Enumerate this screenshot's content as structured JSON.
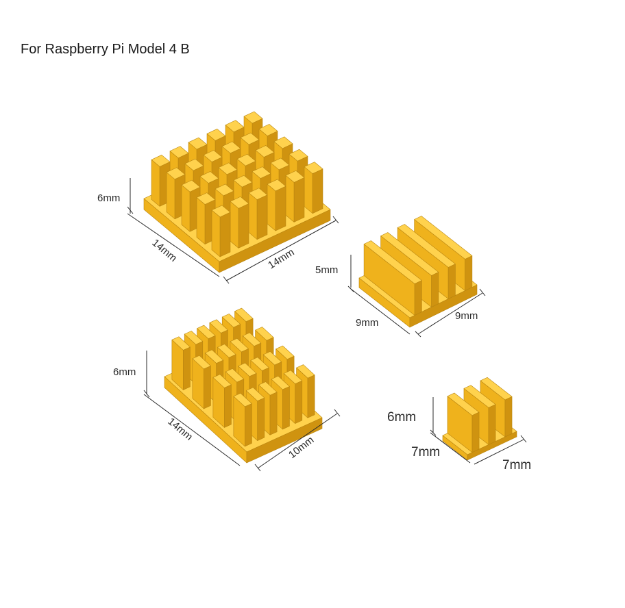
{
  "title": "For Raspberry Pi Model 4 B",
  "colors": {
    "top": "#ffd24d",
    "front": "#efb21c",
    "side": "#cf9310",
    "dimension_line": "#2a2a2a"
  },
  "heatsinks": [
    {
      "name": "large-14x14",
      "height_label": "6mm",
      "length_label": "14mm",
      "width_label": "14mm",
      "pin_rows": 5,
      "pin_cols": 6,
      "style": "pin"
    },
    {
      "name": "medium-9x9",
      "height_label": "5mm",
      "length_label": "9mm",
      "width_label": "9mm",
      "fins": 4,
      "style": "fin"
    },
    {
      "name": "large-14x10",
      "height_label": "6mm",
      "length_label": "14mm",
      "width_label": "10mm",
      "pin_rows": 4,
      "pin_cols": 6,
      "style": "pin"
    },
    {
      "name": "small-7x7",
      "height_label": "6mm",
      "length_label": "7mm",
      "width_label": "7mm",
      "fins": 3,
      "style": "fin"
    }
  ]
}
